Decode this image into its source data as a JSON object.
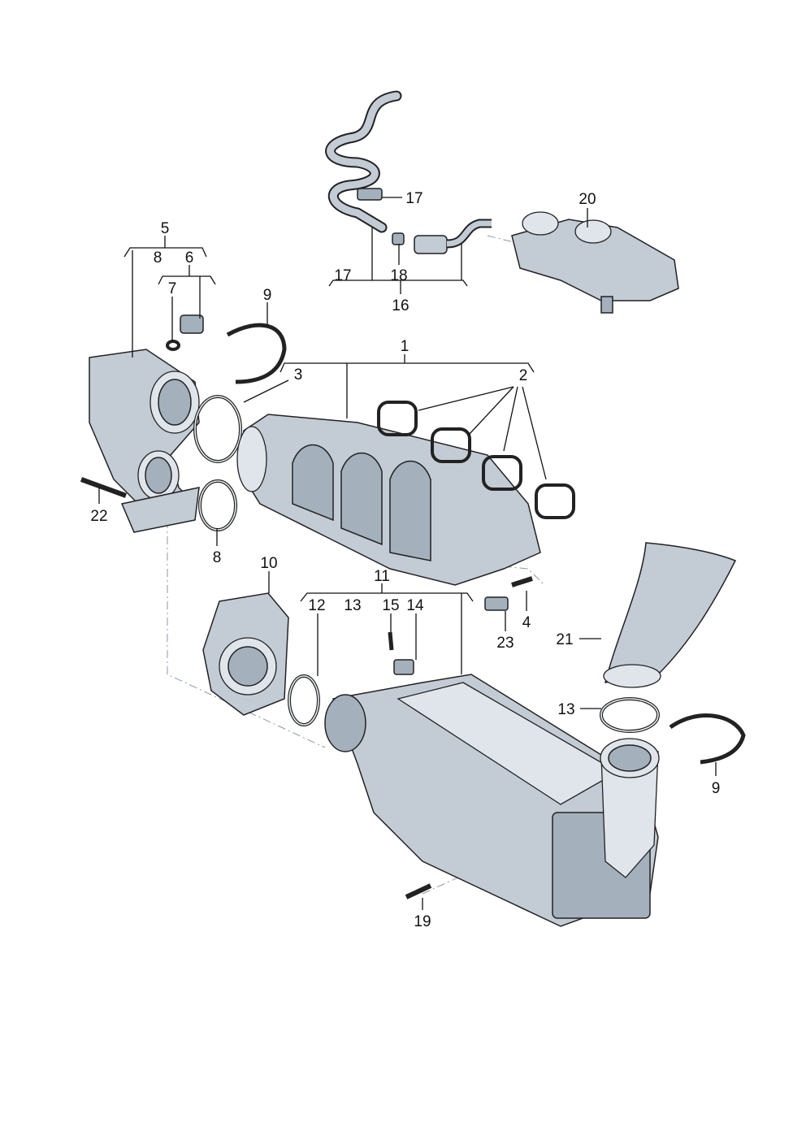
{
  "diagram": {
    "type": "exploded parts diagram",
    "colors": {
      "part_light": "#dfe5ea",
      "part_mid": "#c3ccd5",
      "part_dark": "#a4b0bc",
      "line": "#111111"
    }
  },
  "callouts": [
    "17",
    "20",
    "5",
    "8",
    "6",
    "17",
    "18",
    "16",
    "7",
    "9",
    "1",
    "3",
    "2",
    "22",
    "8",
    "10",
    "11",
    "12",
    "13",
    "15",
    "14",
    "4",
    "23",
    "21",
    "13",
    "9",
    "19"
  ]
}
